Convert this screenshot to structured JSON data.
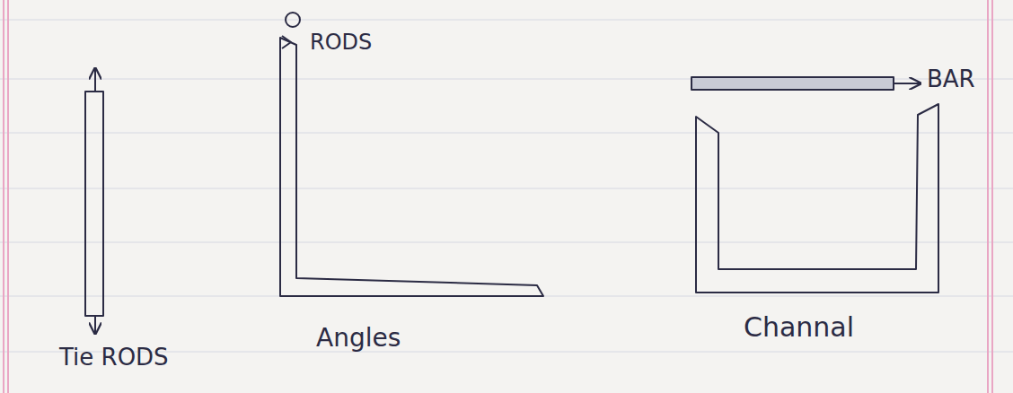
{
  "diagram": {
    "labels": [
      "RODS",
      "BAR",
      "Tie RODS",
      "Angles",
      "Channal"
    ]
  }
}
